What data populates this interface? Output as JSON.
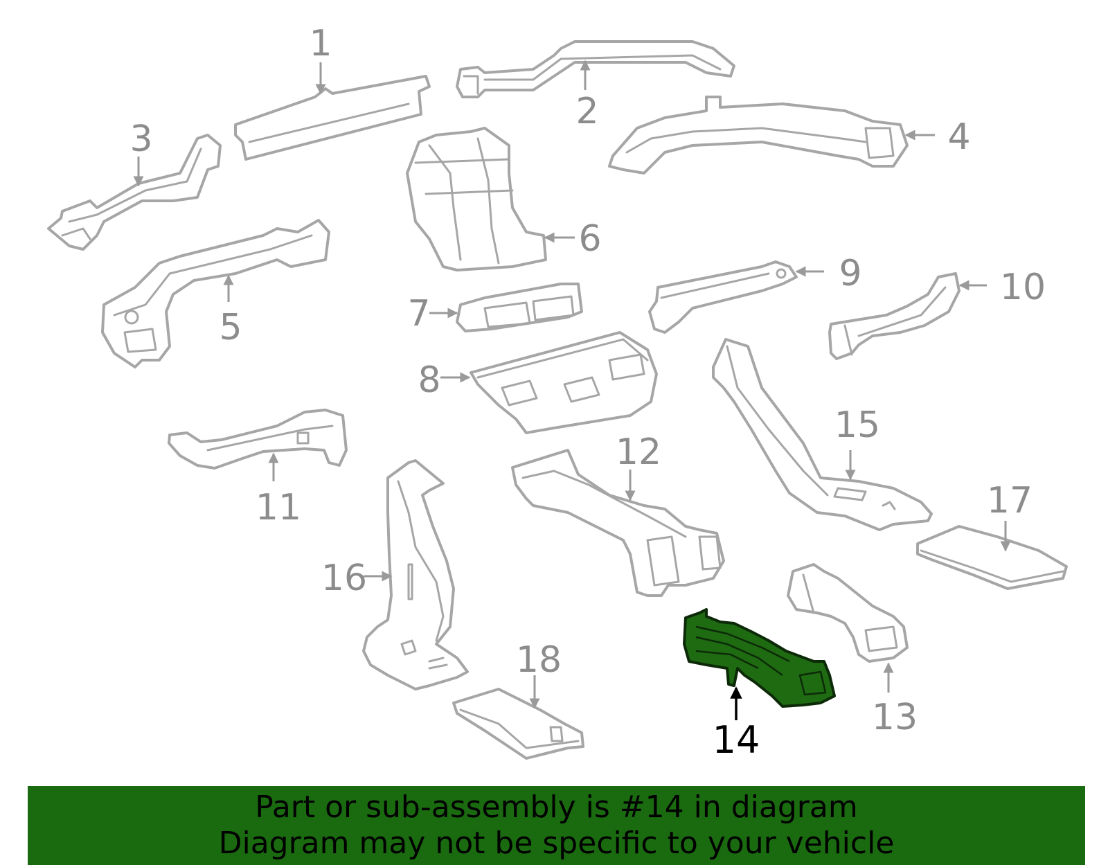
{
  "diagram": {
    "labels": [
      "1",
      "2",
      "3",
      "4",
      "5",
      "6",
      "7",
      "8",
      "9",
      "10",
      "11",
      "12",
      "13",
      "14",
      "15",
      "16",
      "17",
      "18"
    ],
    "highlighted_label": "14",
    "highlight_color": "#1e6b12",
    "part_outline_color": "#a6a6a6"
  },
  "banner": {
    "line1": "Part or sub-assembly is #14 in diagram",
    "line2": "Diagram may not be specific to your vehicle",
    "background": "#1a6b10"
  }
}
